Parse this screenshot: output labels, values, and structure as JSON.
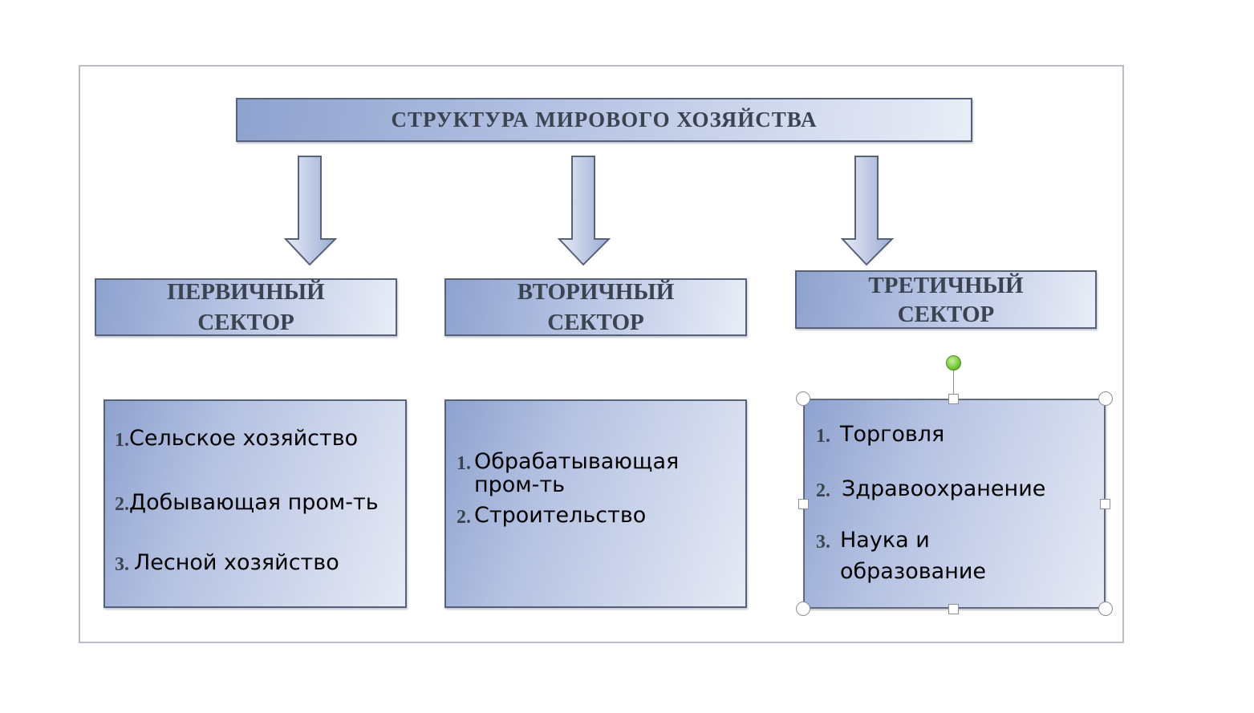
{
  "title": "СТРУКТУРА МИРОВОГО ХОЗЯЙСТВА",
  "sectors": [
    {
      "line1": "ПЕРВИЧНЫЙ",
      "line2": "СЕКТОР"
    },
    {
      "line1": "ВТОРИЧНЫЙ",
      "line2": "СЕКТОР"
    },
    {
      "line1": "ТРЕТИЧНЫЙ",
      "line2": "СЕКТОР"
    }
  ],
  "lists": [
    {
      "items": [
        {
          "num": "1.",
          "text": "Сельское хозяйство"
        },
        {
          "num": "2.",
          "text": "Добывающая пром-ть"
        },
        {
          "num": "3.",
          "text": "Лесной хозяйство"
        }
      ]
    },
    {
      "items": [
        {
          "num": "1.",
          "text": "Обрабатывающая",
          "text2": "пром-ть"
        },
        {
          "num": "2.",
          "text": "Строительство"
        }
      ]
    },
    {
      "items": [
        {
          "num": "1.",
          "text": "Торговля"
        },
        {
          "num": "2.",
          "text": "Здравоохранение"
        },
        {
          "num": "3.",
          "text": "Наука и",
          "text2": "образование"
        }
      ]
    }
  ],
  "colors": {
    "box_border": "#56617a",
    "box_fill_dark": "#8ea2cf",
    "box_fill_light": "#e9edf7",
    "heading_text": "#3b4350",
    "selection_handle": "#73c639"
  }
}
